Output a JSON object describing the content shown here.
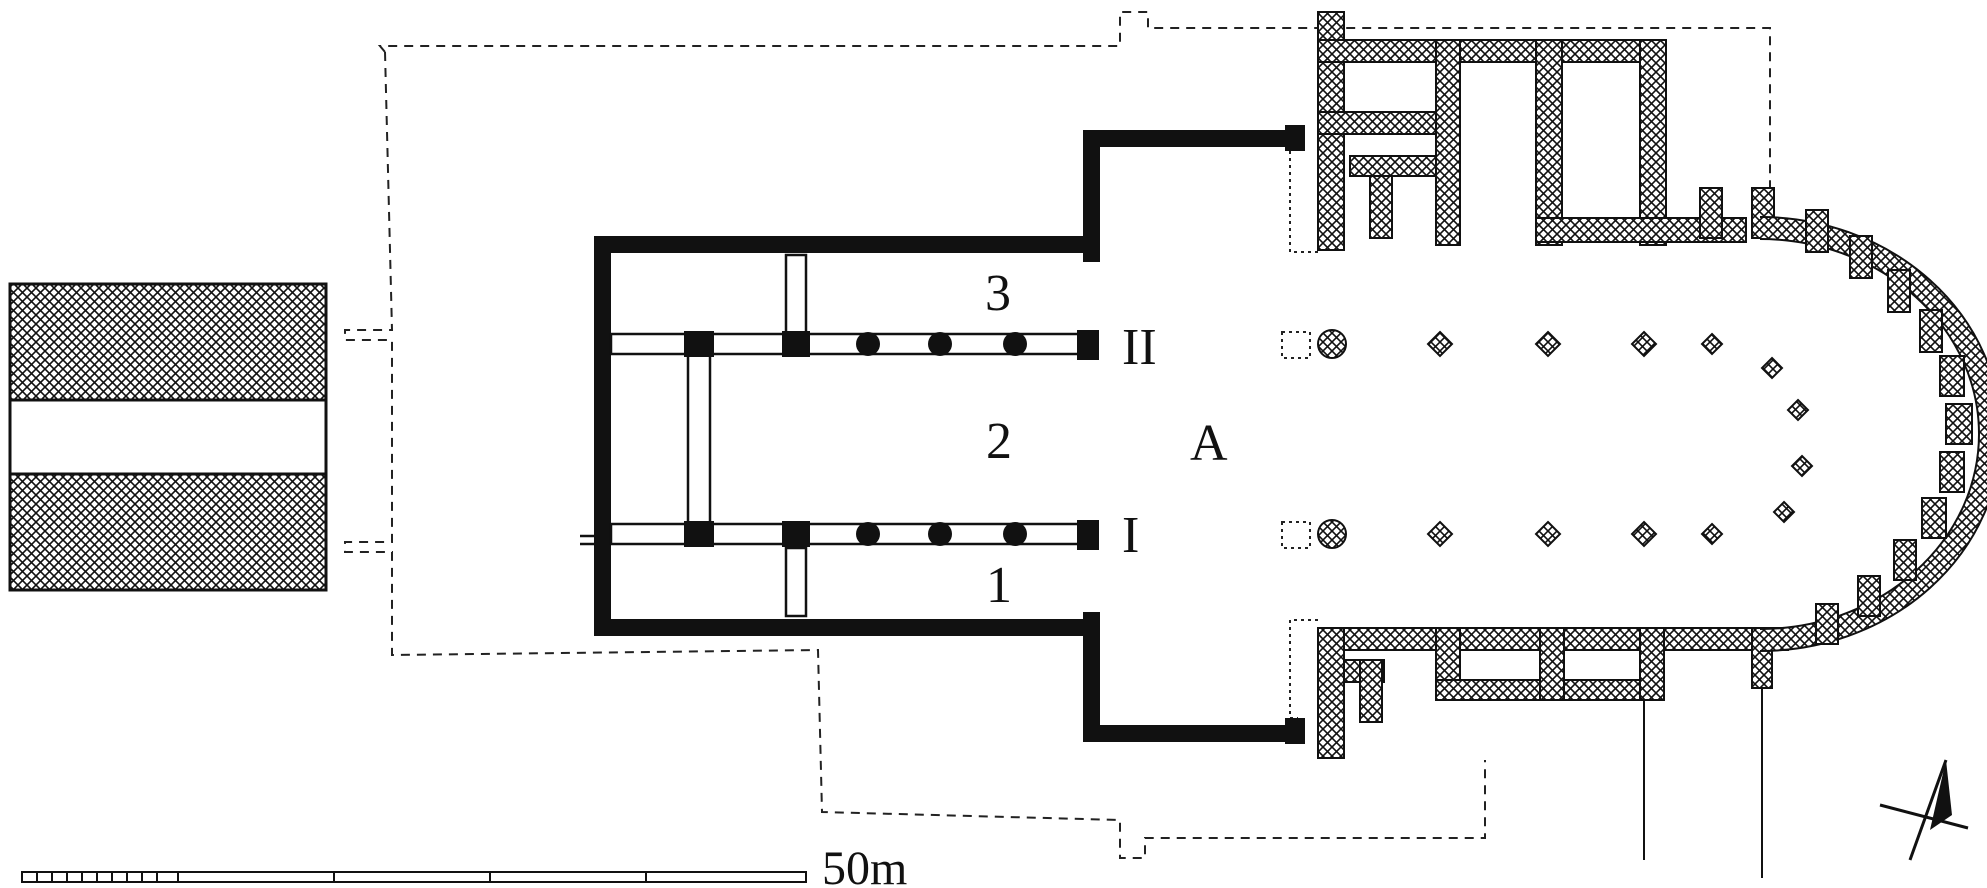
{
  "labels": {
    "aisle_north": "3",
    "nave": "2",
    "aisle_south": "1",
    "colonnade_north": "II",
    "colonnade_south": "I",
    "crossing": "A"
  },
  "scale_bar": {
    "label": "50m"
  },
  "north_arrow": {
    "icon": "north-arrow-icon"
  },
  "legend": {
    "icon": "hatched-fill-swatch"
  },
  "colors": {
    "ink": "#111111",
    "paper": "#ffffff"
  }
}
